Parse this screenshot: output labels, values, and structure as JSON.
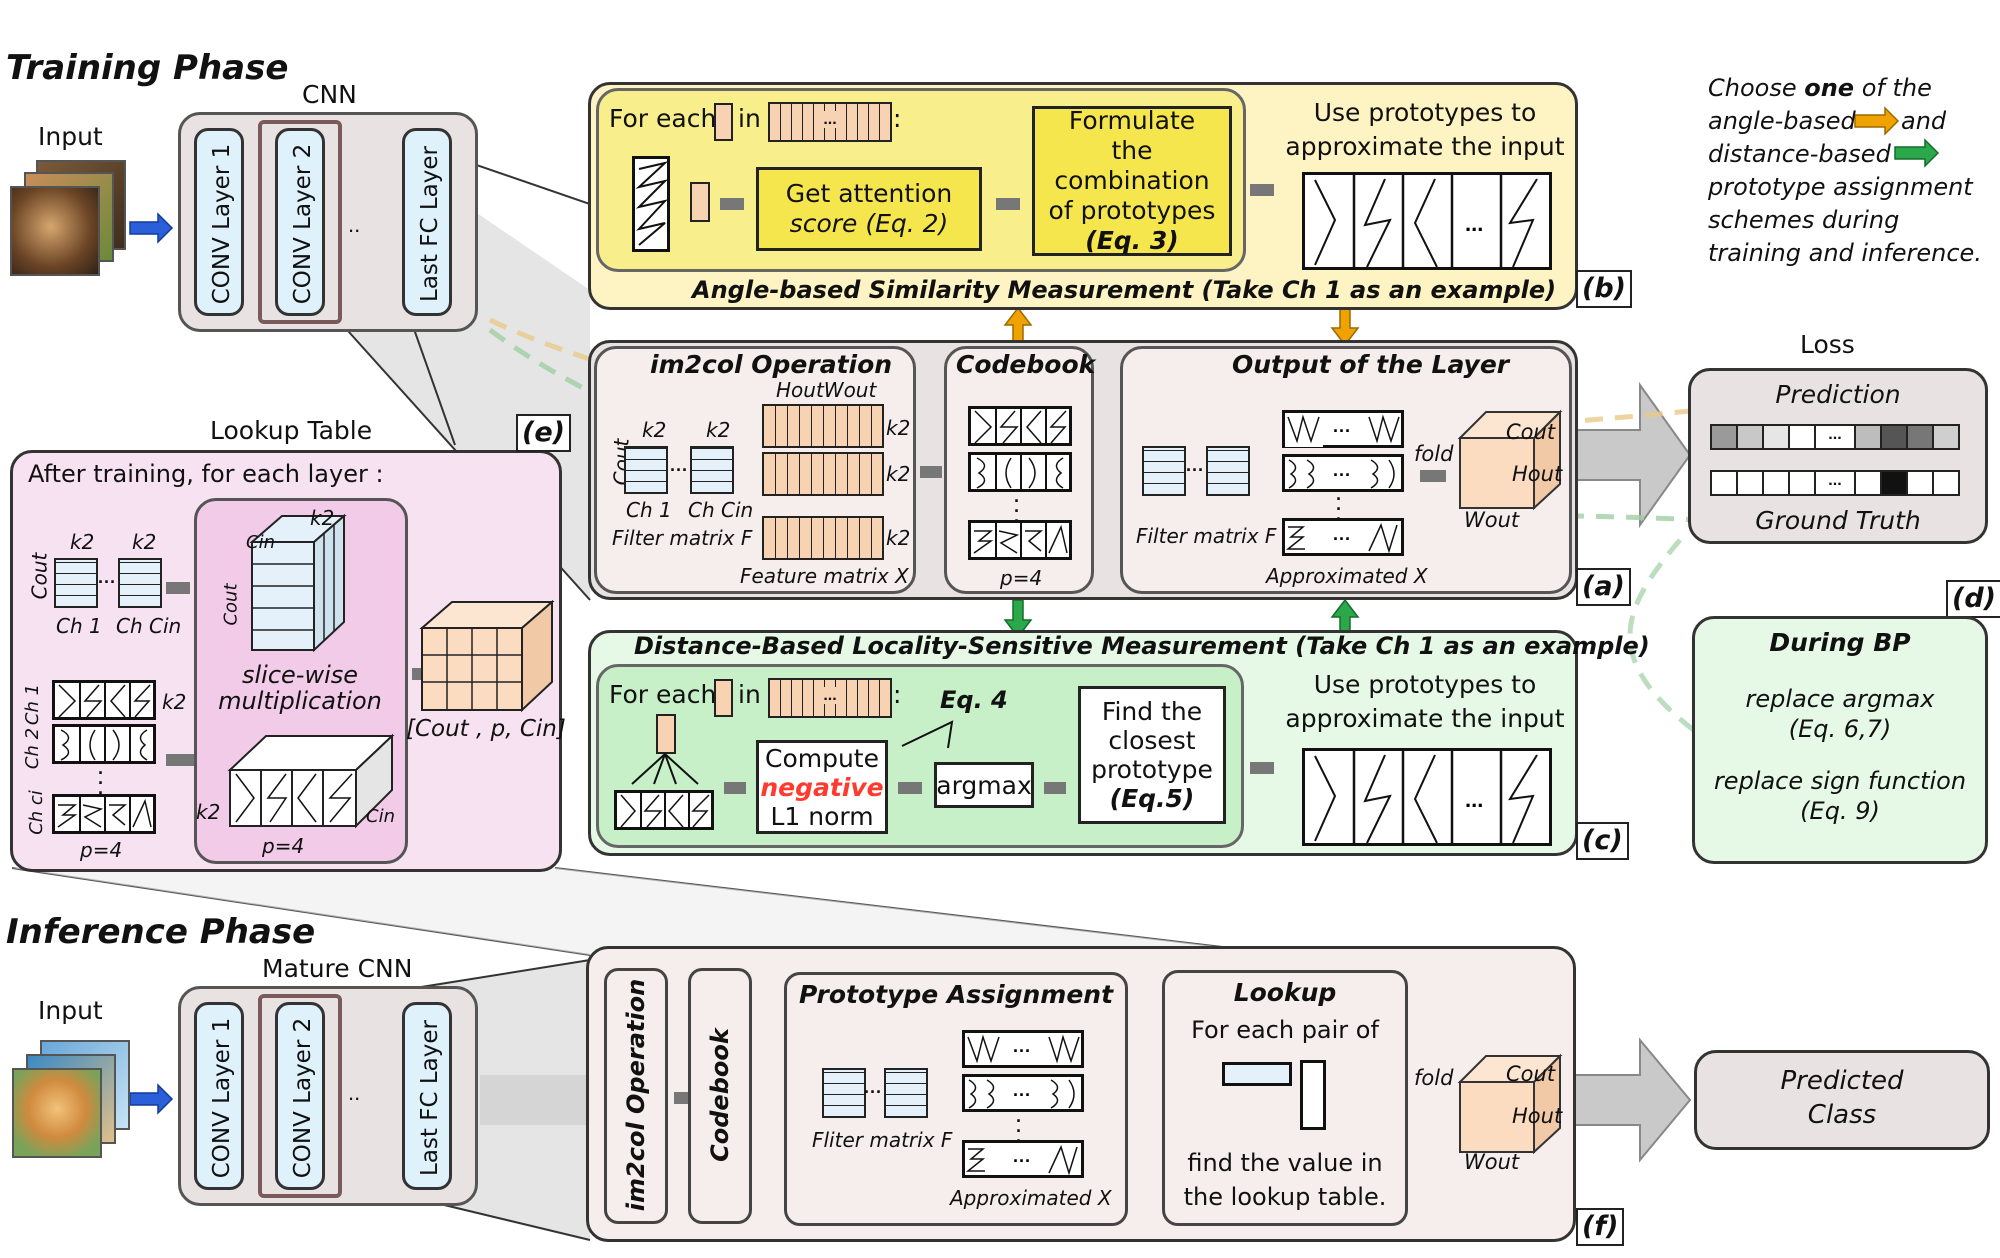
{
  "phases": {
    "training": "Training Phase",
    "inference": "Inference Phase"
  },
  "training": {
    "input_label": "Input",
    "cnn_label": "CNN",
    "layers": [
      "CONV Layer 1",
      "CONV Layer 2",
      "Last FC Layer"
    ],
    "ellipsis": "..",
    "lookup_label": "Lookup Table"
  },
  "inference": {
    "input_label": "Input",
    "cnn_label": "Mature CNN",
    "layers": [
      "CONV Layer 1",
      "CONV Layer 2",
      "Last FC Layer"
    ],
    "ellipsis": ".."
  },
  "panel_b": {
    "for_each": "For each",
    "in": "in",
    "colon": ":",
    "dots": "...",
    "attention": [
      "Get attention",
      "score (Eq. 2)"
    ],
    "formulate": [
      "Formulate",
      "the combination",
      "of prototypes",
      "(Eq. 3)"
    ],
    "use_proto": [
      "Use prototypes to",
      "approximate the input"
    ],
    "title": "Angle-based Similarity Measurement  (Take Ch 1 as an example)",
    "tag": "(b)"
  },
  "panel_a": {
    "im2col": "im2col Operation",
    "hout_wout": "HoutWout",
    "k2": "k2",
    "cout": "Cout",
    "ch1": "Ch 1",
    "chcin": "Ch Cin",
    "filter_matrix": "Filter matrix F",
    "feature_matrix": "Feature matrix X",
    "codebook": "Codebook",
    "p4": "p=4",
    "output": "Output of the Layer",
    "fold": "fold",
    "hout": "Hout",
    "wout": "Wout",
    "approximated": "Approximated X",
    "tag": "(a)"
  },
  "panel_c": {
    "title": "Distance-Based Locality-Sensitive Measurement (Take Ch 1 as an example)",
    "for_each": "For each",
    "in": "in",
    "compute": [
      "Compute",
      "negative",
      "L1 norm"
    ],
    "eq4": "Eq. 4",
    "argmax": "argmax",
    "closest": [
      "Find the",
      "closest",
      "prototype",
      "(Eq.5)"
    ],
    "use_proto": [
      "Use prototypes to",
      "approximate the input"
    ],
    "tag": "(c)"
  },
  "panel_e": {
    "title": "After training, for each layer :",
    "cout": "Cout",
    "k2": "k2",
    "ch1": "Ch 1",
    "chcin": "Ch Cin",
    "cin": "Cin",
    "slice": [
      "slice-wise",
      "multiplication"
    ],
    "rows": [
      "Ch 1",
      "Ch 2",
      "Ch ci"
    ],
    "p4": "p=4",
    "result": "[Cout , p, Cin]",
    "tag": "(e)"
  },
  "note": {
    "lines": [
      "Choose one of the",
      "angle-based",
      "and",
      "distance-based",
      "prototype assignment",
      "schemes during",
      "training and inference."
    ],
    "bold_word": "one"
  },
  "loss": {
    "label": "Loss",
    "prediction": "Prediction",
    "ground_truth": "Ground Truth",
    "pred_cells": [
      "#9a9a9a",
      "#c8c8c8",
      "#e6e6e6",
      "#ffffff",
      "...",
      "#bdbdbd",
      "#555555",
      "#777777",
      "#cfcfcf"
    ],
    "gt_cells": [
      "#ffffff",
      "#ffffff",
      "#ffffff",
      "#ffffff",
      "...",
      "#ffffff",
      "#111111",
      "#ffffff",
      "#ffffff"
    ]
  },
  "panel_d": {
    "title": "During BP",
    "line1": [
      "replace argmax",
      "(Eq. 6,7)"
    ],
    "line2": [
      "replace sign function",
      "(Eq. 9)"
    ],
    "tag": "(d)"
  },
  "panel_f": {
    "im2col": "im2col Operation",
    "codebook": "Codebook",
    "proto_assign": "Prototype Assignment",
    "filter_matrix": "Fliter matrix F",
    "approximated": "Approximated X",
    "lookup": "Lookup",
    "for_each_pair": "For each pair of",
    "find_value": [
      "find the value in",
      "the lookup table."
    ],
    "fold": "fold",
    "cout": "Cout",
    "hout": "Hout",
    "wout": "Wout",
    "tag": "(f)"
  },
  "predicted": [
    "Predicted",
    "Class"
  ],
  "colors": {
    "yellow_panel": "#fdf3c3",
    "green_panel": "#e6f8e6",
    "pink_panel": "#f7e2f2",
    "gray_panel": "#e9e2e2",
    "negative": "#ff3b30",
    "blue_arrow": "#2b5fd9",
    "orange_arrow": "#f0a300",
    "green_arrow": "#2aa84a"
  }
}
